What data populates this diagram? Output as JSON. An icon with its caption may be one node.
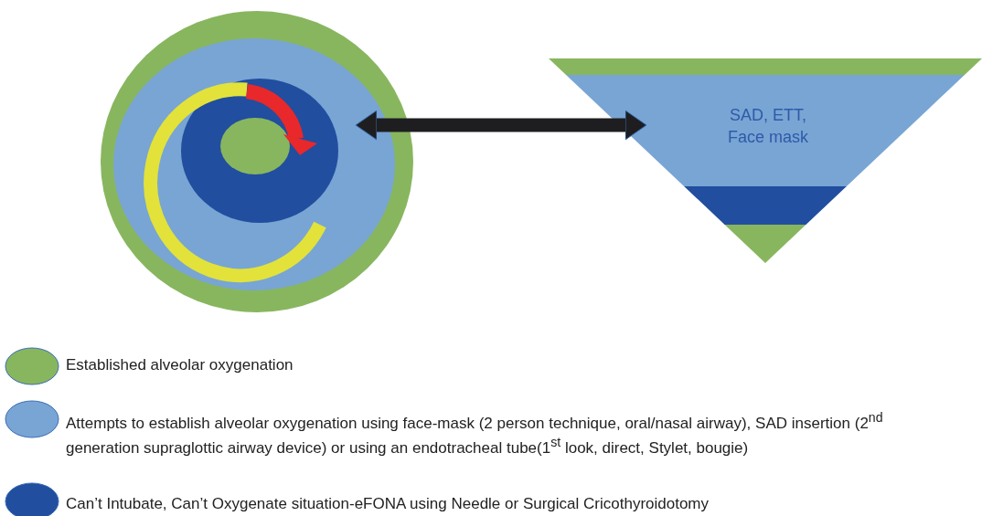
{
  "diagram": {
    "nodes": [
      {
        "text": [],
        "shape": "circle"
      },
      {
        "text": [
          "SAD, ETT, Face mask"
        ]
      }
    ],
    "edges": [
      {
        "from": 0,
        "to": 1,
        "arrow": "both"
      }
    ],
    "legend": [
      {
        "text": "Established alveolar oxygenation",
        "color": "#88b65f"
      },
      {
        "text": "Attempts to establish alveolar oxygenation using face-mask (2 person technique, oral/nasal airway), SAD insertion (2$^{nd}$ generation supraglottic airway device) or using an endotracheal tube(1$^{st}$ look, direct, Stylet, bougie)",
        "color": "#78a5d4"
      },
      {
        "text": "Can’t Intubate, Can’t Oxygenate situation-eFONA using Needle or Surgical Cricothyroidotomy",
        "color": "#214e9f"
      }
    ]
  }
}
